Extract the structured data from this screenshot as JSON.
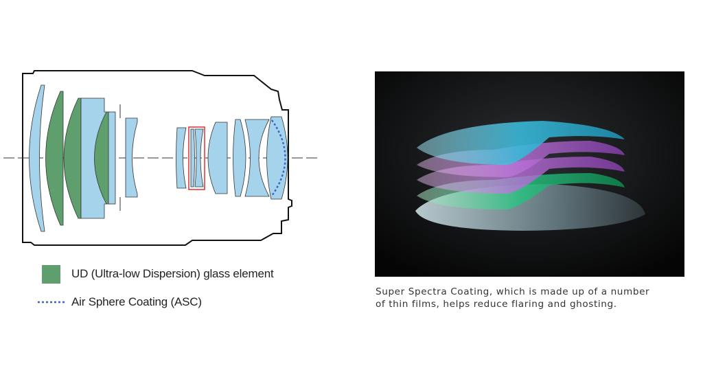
{
  "legend": {
    "ud_label": "UD (Ultra-low Dispersion) glass element",
    "asc_label": "Air Sphere Coating (ASC)"
  },
  "caption": {
    "line1": "Super Spectra Coating, which is made up of a number",
    "line2": "of thin films, helps reduce flaring and ghosting."
  },
  "colors": {
    "glass": "#a6d3ec",
    "ud_glass": "#5f9f6e",
    "highlight": "#e03030",
    "asc": "#3c64c8",
    "coating_blue": "#2fb0d0",
    "coating_purple": "#b070d0",
    "coating_green": "#20b070"
  }
}
